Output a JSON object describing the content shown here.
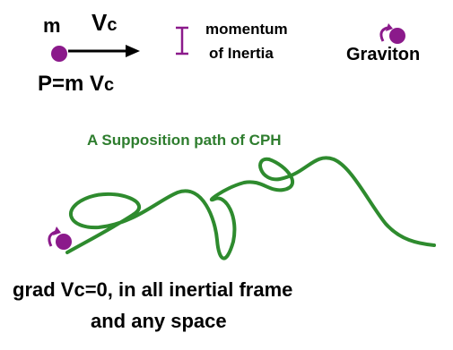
{
  "legend": {
    "mass": {
      "symbol": "m",
      "velocity": "V",
      "velocity_sub": "c",
      "momentum_lhs": "P=m V",
      "momentum_sub": "c"
    },
    "inertia": {
      "symbol": "I",
      "line1": "momentum",
      "line2": "of Inertia"
    },
    "graviton": {
      "label": "Graviton"
    }
  },
  "diagram": {
    "title": "A Supposition path of CPH"
  },
  "caption": {
    "line1": "grad Vc=0, in all  inertial frame",
    "line2": "and any space"
  },
  "colors": {
    "particle": "#8b1a8b",
    "path": "#2e8b2e",
    "title": "#2e7d2e",
    "text": "#000000"
  }
}
